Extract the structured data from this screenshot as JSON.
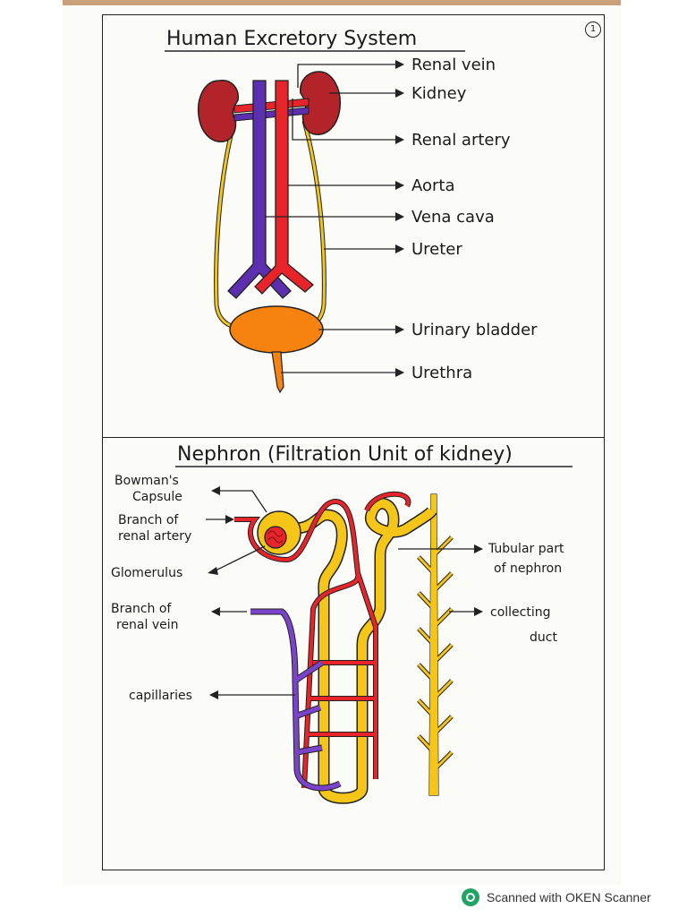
{
  "page_number": "1",
  "excretory": {
    "title": "Human Excretory System",
    "labels": {
      "renal_vein": "Renal vein",
      "kidney": "Kidney",
      "renal_artery": "Renal artery",
      "aorta": "Aorta",
      "vena_cava": "Vena cava",
      "ureter": "Ureter",
      "urinary_bladder": "Urinary bladder",
      "urethra": "Urethra"
    }
  },
  "nephron": {
    "title": "Nephron (Filtration Unit of kidney)",
    "labels": {
      "bowmans_capsule_1": "Bowman's",
      "bowmans_capsule_2": "Capsule",
      "branch_artery_1": "Branch of",
      "branch_artery_2": "renal artery",
      "glomerulus": "Glomerulus",
      "branch_vein_1": "Branch of",
      "branch_vein_2": "renal vein",
      "capillaries": "capillaries",
      "tubular_1": "Tubular part",
      "tubular_2": "of nephron",
      "collecting_1": "collecting",
      "collecting_2": "duct"
    }
  },
  "footer": {
    "text": "Scanned with OKEN Scanner"
  },
  "colors": {
    "artery_red": "#e8242b",
    "vein_purple": "#5b2fb0",
    "kidney_maroon": "#b3232a",
    "bladder_orange": "#f7820f",
    "ureter_yellow": "#f5c518",
    "capillary_violet": "#7a43c9"
  }
}
